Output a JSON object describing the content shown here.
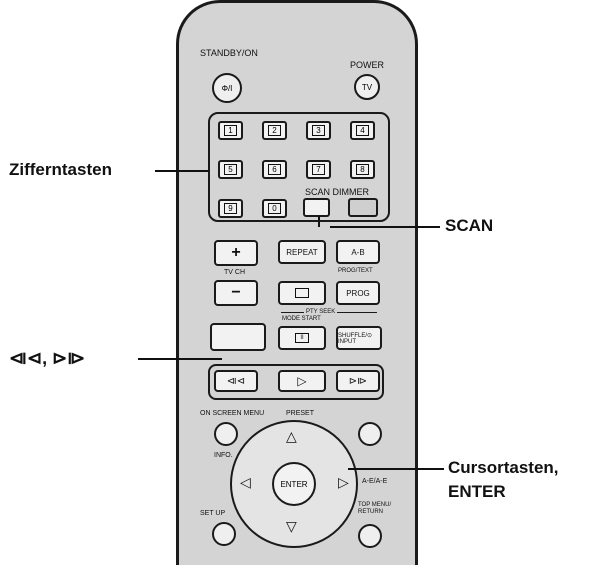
{
  "remote": {
    "standby_label": "STANDBY/ON",
    "standby_icon": "Φ/I",
    "power_label": "POWER",
    "power_icon": "TV",
    "numbers": [
      "1",
      "2",
      "3",
      "4",
      "5",
      "6",
      "7",
      "8",
      "9",
      "0"
    ],
    "scan_dimmer_label": "SCAN DIMMER",
    "plus": "+",
    "minus": "−",
    "repeat": "REPEAT",
    "ab": "A-B",
    "tvch": "TV CH",
    "prog_text": "PROG/TEXT",
    "prog": "PROG",
    "pty_seek": "PTY SEEK",
    "mode_start": "MODE START",
    "shuffle": "SHUFFLE/⊙ INPUT",
    "prev_icon": "⧏⊲",
    "play_icon": "▷",
    "next_icon": "⊳⧐",
    "on_screen_menu": "ON SCREEN MENU",
    "preset": "PRESET",
    "info": "INFO.",
    "enter": "ENTER",
    "aeae": "A-E/A-E",
    "top_menu": "TOP MENU/ RETURN",
    "set_up": "SET UP"
  },
  "callouts": {
    "ziffern": "Zifferntasten",
    "scan": "SCAN",
    "skip": "⧏⊲, ⊳⧐",
    "cursor_line1": "Cursortasten,",
    "cursor_line2": "ENTER"
  }
}
